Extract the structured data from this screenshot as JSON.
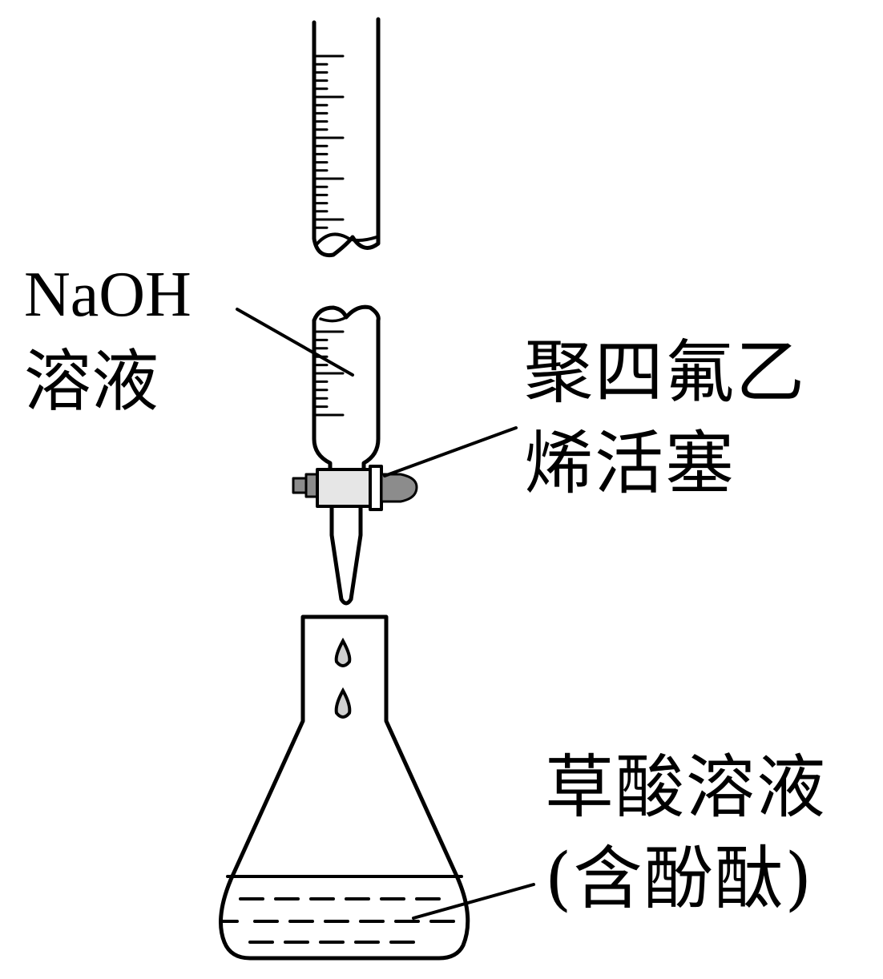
{
  "labels": {
    "naoh_line1": "NaOH",
    "naoh_line2": "溶液",
    "stopcock_line1": "聚四氟乙",
    "stopcock_line2": "烯活塞",
    "flask_line1": "草酸溶液",
    "flask_line2": "(含酚酞)"
  },
  "icons": {
    "burette": "burette-icon",
    "stopcock": "stopcock-icon",
    "flask": "conical-flask-icon",
    "drop": "drop-icon"
  },
  "colors": {
    "stroke": "#000000",
    "stopcock_body": "#e6e6e6",
    "stopcock_dark": "#8c8c8c"
  }
}
